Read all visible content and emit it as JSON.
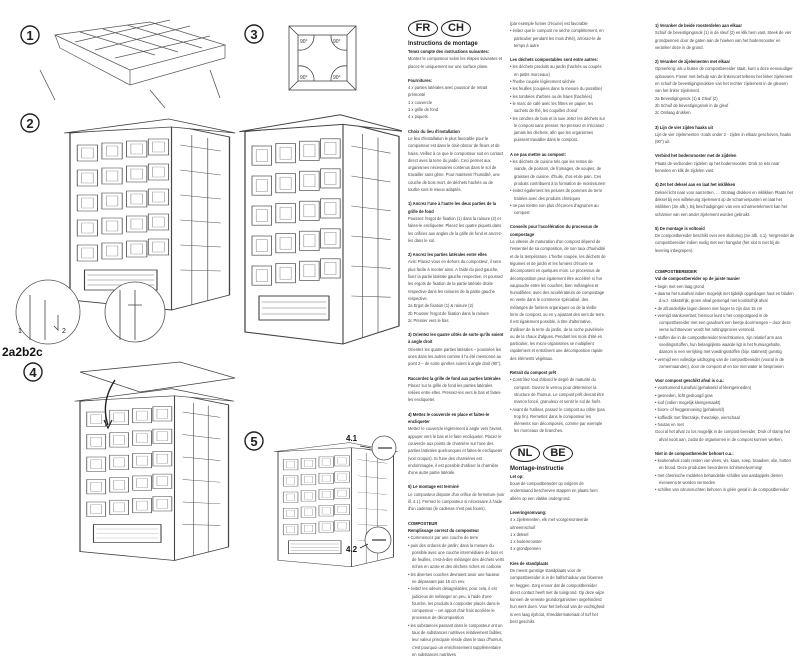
{
  "illustrations": {
    "steps": [
      "1",
      "2",
      "3",
      "4",
      "5"
    ],
    "angle_label": "90°",
    "detail_labels": [
      "1",
      "2"
    ],
    "step2_sublabel": "2a2b2c",
    "callouts": [
      "4.1",
      "4.2"
    ]
  },
  "fr": {
    "logos": [
      "FR",
      "CH"
    ],
    "blocks": [
      {
        "t": "title",
        "x": "Instructions de montage"
      },
      {
        "t": "h",
        "x": "Tenez compte des instructions suivantes:"
      },
      {
        "t": "p",
        "x": "Montez le composteur selon les étapes suivantes et placez-le uniquement sur une surface plane."
      },
      {
        "t": "gap"
      },
      {
        "t": "h",
        "x": "Fournitures:"
      },
      {
        "t": "p",
        "x": "4 x parties latérales avec poussoir de retrait prémonté"
      },
      {
        "t": "p",
        "x": "1 x couvercle"
      },
      {
        "t": "p",
        "x": "1 x grille de fond"
      },
      {
        "t": "p",
        "x": "4 x piquets"
      },
      {
        "t": "gap"
      },
      {
        "t": "h",
        "x": "Choix du lieu d'installation"
      },
      {
        "t": "p",
        "x": "Le lieu d'installation le plus favorable pour le composteur est dans le clair-obscur de fleurs et de haies. Veillez à ce que le composteur soit en contact direct avec la terre du jardin. Ceci permet aux organismes nécessaires contenus dans le sol de travailler sans gêne. Pour maintenir l'humidité, une couche de bois mort, de déchets hachés ou de tourbe sont le mieux adaptés."
      },
      {
        "t": "gap"
      },
      {
        "t": "h",
        "x": "1) Ancrez l'une à l'autre les deux parties de la grille de fond"
      },
      {
        "t": "p",
        "x": "Poussez l'ergot de fixation (1) dans la rainure (2) et faites-le encliqueter. Placez les quatre piquets dans les orifices aux angles de la grille de fond et ancrez-les dans le sol."
      },
      {
        "t": "gap"
      },
      {
        "t": "h",
        "x": "2) Ancrez les parties latérales entre elles"
      },
      {
        "t": "p",
        "x": "Avis: Placez-vous en dehors du composteur, il sera plus facile à monter ainsi. A l'aide du pied gauche, fixez la partie latérale gauche respective, et poussez les ergots de fixation de la partie latérale droite respective dans les rainures de la partie gauche respective."
      },
      {
        "t": "p",
        "x": "2a Ergot de fixation (1) & rainure (2)"
      },
      {
        "t": "p",
        "x": "2b Pousser l'ergot de fixation dans la rainure"
      },
      {
        "t": "p",
        "x": "2c Presser vers le bas"
      },
      {
        "t": "gap"
      },
      {
        "t": "h",
        "x": "3) Orientez les quatre côtés de sorte qu'ils soient à angle droit"
      },
      {
        "t": "p",
        "x": "Orientez les quatre parties latérales – poussées les unes dans les autres comme il l'a été mentionné au point 2 – de sorte qu'elles soient à angle droit (90°)."
      },
      {
        "t": "gap"
      },
      {
        "t": "h",
        "x": "Raccordez la grille de fond aux parties latérales"
      },
      {
        "t": "p",
        "x": "Placez sur la grille de fond les parties latérales reliées entre elles. Pressez-les vers le bas et faites-les encliqueter."
      },
      {
        "t": "gap"
      },
      {
        "t": "h",
        "x": "4) Mettez le couvercle en place et faites-le encliqueter"
      },
      {
        "t": "p",
        "x": "Mettez le couvercle légèrement à angle vers l'avant, appuyer vers le bas et le faire encliqueter. Placez le couvercle aux points de charnière sur l'une des parties latérales quelconques et faites-le encliqueter (voir croquis). Si l'une des charnières est endommagée, il est possible d'utiliser la charnière d'une autre partie latérale."
      },
      {
        "t": "gap"
      },
      {
        "t": "h",
        "x": "5) Le montage est terminé"
      },
      {
        "t": "p",
        "x": "Le composteur dispose d'un orifice de fermeture (voir ill. 4.1). Fermez le composteur si nécessaire à l'aide d'un cadenas (le cadenas n'est pas fourni)."
      },
      {
        "t": "gap"
      },
      {
        "t": "h",
        "x": "COMPOSTEUR"
      },
      {
        "t": "h",
        "x": "Remplissage correct du composteur"
      },
      {
        "t": "b",
        "x": "• Commencez par une couche de terre"
      },
      {
        "t": "b",
        "x": "• puis des ordures de jardin; dans la mesure du possible avec une couche intermédiaire de bois et de feuilles, c'est-à-dire mélanger des déchets verts riches en azote et des déchets riches en carbone"
      },
      {
        "t": "b",
        "x": "• les diverses couches devraient avoir une hauteur ne dépassant pas 15 cm env."
      },
      {
        "t": "b",
        "x": "• évitez les odeurs désagréables; pour cela, il est judicieux de mélanger un peu, à l'aide d'une fourche, les produits à composter placés dans le composteur – cet apport d'air frais accélère le processus de décomposition"
      },
      {
        "t": "b",
        "x": "• les substances passant dans le composteur ont un taux de substances nutritives relativement faibles, leur valeur principale réside dans le taux d'humus, c'est pourquoi un enrichissement supplémentaire en substances nutritives"
      }
    ]
  },
  "fr_cont": {
    "blocks": [
      {
        "t": "p",
        "x": "(par exemple fumier d'écurie) est favorable"
      },
      {
        "t": "b",
        "x": "• évitez que le compost ne sèche complètement, en particulier pendant les mois d'été), arrosez-le de temps à autre"
      },
      {
        "t": "gap"
      },
      {
        "t": "h",
        "x": "Les déchets compostables sont entre autres:"
      },
      {
        "t": "b",
        "x": "• les déchets produits au jardin (hachés ou coupés en petits morceaux)"
      },
      {
        "t": "b",
        "x": "• l'herbe coupée légèrement séchée"
      },
      {
        "t": "b",
        "x": "• les feuilles (coupées dans la mesure du possible)"
      },
      {
        "t": "b",
        "x": "• les tombées d'arbres ou de haies (hachées)"
      },
      {
        "t": "b",
        "x": "• le marc de café avec les filtres en papier, les sachets de thé, les coquilles d'oeuf"
      },
      {
        "t": "b",
        "x": "• les cendres de bois et la suie Jetez les déchets sur le compost sans presser. Ne pressez et n'écrasez jamais les déchets, afin que les organismes puissent travailler dans le compost."
      },
      {
        "t": "gap"
      },
      {
        "t": "h",
        "x": "A ne pas mettre au compost:"
      },
      {
        "t": "b",
        "x": "• les déchets de cuisine tels que les restes de viande, de poisson, de fromages, de soupes, de graisses de cuisine, d'huile, d'os et de pain. Ces produits contribuent à la formation de moisissures!"
      },
      {
        "t": "b",
        "x": "• évitez également les pelures de pommes de terre traitées avec des produits chimiques"
      },
      {
        "t": "b",
        "x": "• ne pas mettre non plus d'écorces d'agrumes au compost"
      },
      {
        "t": "gap"
      },
      {
        "t": "h",
        "x": "Conseils pour l'accélération du processus de compostage"
      },
      {
        "t": "p",
        "x": "La vitesse de maturation d'un compost dépend de l'essentiel de sa composition, de son taux d'humidité et de la température. L'herbe coupée, les déchets de légumes et de jardin et les fumiers d'écurie se décomposent en quelques mois. Le processus de décomposition peut également être accéléré si l'on saupoudre entre les couches, bien mélangées et humidifiées, avec des accélérateurs de compostage en vente dans le commerce spécialisé, des mélanges de fumiers organiques ou de la vieille terre de compost, ou en y ajoutant des vers de terre. Il est également possible, à titre d'alternative, d'utiliser de la terre du jardin, de la roche pulvérisée ou de la chaux d'algues. Pendant les mois d'été en particulier, les micro-organismes se multiplient rapidement et entraînent une décomposition rapide des éléments végétaux."
      },
      {
        "t": "gap"
      },
      {
        "t": "h",
        "x": "Retrait du compost prêt"
      },
      {
        "t": "b",
        "x": "• Contrôlez tout d'abord le degré de maturité du compost. Ouvrez le verrou pour déterminer la structure de l'humus. Le compost prêt devrait être marron foncé, granuleux et sentir le sol de forêt."
      },
      {
        "t": "b",
        "x": "• Avant de l'utiliser, passez le compost au crible (pas trop fin). Remettez dans le composteur les éléments non décomposés, comme par exemple les morceaux de branches."
      }
    ]
  },
  "nl": {
    "logos": [
      "NL",
      "BE"
    ],
    "blocks": [
      {
        "t": "title",
        "x": "Montage-instructie"
      },
      {
        "t": "h",
        "x": "Let op:"
      },
      {
        "t": "p",
        "x": "bouw de compostbereider op volgens de onderstaand beschreven stappen en plaats hem alléén op een vlakke ondergrond."
      },
      {
        "t": "gap"
      },
      {
        "t": "h",
        "x": "Leveringsomvang:"
      },
      {
        "t": "p",
        "x": "4 x zijelementen, elk met voorgemonteerde uitneemschuif"
      },
      {
        "t": "p",
        "x": "1 x deksel"
      },
      {
        "t": "p",
        "x": "1 x bodemrooster"
      },
      {
        "t": "p",
        "x": "4 x grondpennen"
      },
      {
        "t": "gap"
      },
      {
        "t": "h",
        "x": "Kies de standplaats"
      },
      {
        "t": "p",
        "x": "De meest gunstige standplaats voor de compostbereider is in de halfschaduw van bloemen en heggen. Zorg ervoor dat de compostbereider direct contact heeft met de tuingrond. Op deze wijze kunnen de vereiste grondorganismen ongehinderd hun werk doen. Voor het behoud van de vochtigheid is een laag rijshout, shreddermateriaal of turf het best geschikt."
      }
    ]
  },
  "nl_cont": {
    "blocks": [
      {
        "t": "h",
        "x": "1) Veranker de beide roosterdelen aan elkaar"
      },
      {
        "t": "p",
        "x": "Schuif de bevestigingsnok (1) in de sleuf (2) en klik hem vast. Steek de vier grondpennen door de gaten aan de hoeken van het bodemrooster en veranker deze in de grond."
      },
      {
        "t": "gap"
      },
      {
        "t": "h",
        "x": "2) Veranker de zijelementen met elkaar"
      },
      {
        "t": "p",
        "x": "Opmerking: als u buiten de compostbereider staat, kunt u deze eenvoudiger opbouwen. Fixeer met behulp van de linkervoet telkens het linker zijelement en schuif de bevestigingsnokken van het rechter zijelement in de gleuven van het linker zijelement."
      },
      {
        "t": "p",
        "x": "2a Bevestigingsnok (1) & Gleuf (2)"
      },
      {
        "t": "p",
        "x": "2b Schuif de bevestigingsnok in de gleuf"
      },
      {
        "t": "p",
        "x": "2c Omlaag drukken"
      },
      {
        "t": "gap"
      },
      {
        "t": "h",
        "x": "3) Lijn de vier zijden haaks uit"
      },
      {
        "t": "p",
        "x": "Lijn de vier zijelementen -zoals onder 2 - zijden in elkaar geschoven, haaks (90°) uit."
      },
      {
        "t": "gap"
      },
      {
        "t": "h",
        "x": "Verbind het bodemrooster met de zijdelen"
      },
      {
        "t": "p",
        "x": "Plaats de verbonden zijdelen op het bodemrooster. Druk ze iets naar beneden en klik de zijdelen vast."
      },
      {
        "t": "gap"
      },
      {
        "t": "h",
        "x": "4) Zet het deksel aan en laat het inklikken"
      },
      {
        "t": "p",
        "x": "Deksel licht naar voor aanzetten, … Omlaag drukken en inklikken Plaats het deksel bij een willekeurig zijelement op de scharnierpunten en laat het inklikken (zie afb.). Bij beschadigingen van een scharnierelement kan het scharnier van een ander zijelement worden gebruikt."
      },
      {
        "t": "gap"
      },
      {
        "t": "h",
        "x": "5) De montage is voltooid"
      },
      {
        "t": "p",
        "x": "De compostbereider beschikt over een sluitoring (zie afb. 4.1). Vergrendel de compostbereider indien nodig met een hangslot (het slot is niet bij de levering inbegrepen)."
      },
      {
        "t": "gap"
      },
      {
        "t": "gap"
      },
      {
        "t": "h",
        "x": "COMPOSTBEREIDER"
      },
      {
        "t": "h",
        "x": "Vul de compostbereider op de juiste manier"
      },
      {
        "t": "b",
        "x": "• begin met een laag grond"
      },
      {
        "t": "b",
        "x": "• daarna het tuinafval indien mogelijk met tijdelijk opgeslagen hout en bladen d.w.z. stikstofrijk, groen afval gemengd met koolstofrijk afval"
      },
      {
        "t": "b",
        "x": "• de afzonderlijke lagen dienen niet hoger te zijn dan 15 cm"
      },
      {
        "t": "b",
        "x": "• vermijd stankoverlast; hiervoor kunt u het compostgoed in de compostbereider met een graafvork een beetje doormengen – door deze verse luchttoevoer wordt het rottingsproces versneld."
      },
      {
        "t": "b",
        "x": "• stoffen die in de compostbereider terechtkomen, zijn relatief arm aan voedingsstoffen, hun belangrijkste waarde ligt in het humusgehalte, daarom is een verrijking met voedingsstoffen (bijv. stalmest) gunstig"
      },
      {
        "t": "b",
        "x": "• vermijd een volledige uitdroging van de compostbereider (vooral in de zomermaanden), door de compost af en toe met water te besproeien"
      },
      {
        "t": "gap"
      },
      {
        "t": "h",
        "x": "Voor compost geschikt afval is o.a.:"
      },
      {
        "t": "b",
        "x": "• voorkomend tuinafval (gehakseld of kleingesneden)"
      },
      {
        "t": "b",
        "x": "• gesneden, licht gedroogd gras"
      },
      {
        "t": "b",
        "x": "• loof (indien mogelijk kleingemaakt)"
      },
      {
        "t": "b",
        "x": "• boom- of heggesnoeiing (gehakseld)"
      },
      {
        "t": "b",
        "x": "• koffiedik met filterzakje, theezakje, eierschaal"
      },
      {
        "t": "b",
        "x": "• houtas en roet"
      },
      {
        "t": "b",
        "x": "  Gooi al het afval zo los mogelijk in de compost-bereider. Druk of stamp het afval nooit aan, zodat de organismen in de compost kunnen werken."
      },
      {
        "t": "gap"
      },
      {
        "t": "h",
        "x": "Niet in de compostbereider behoort o.a.:"
      },
      {
        "t": "b",
        "x": "• keukenafval zoals resten van vlees, vis, kaas, soep, braadvet, olie, botten en brood. Deze producten bevorderen schimmelvorming!"
      },
      {
        "t": "b",
        "x": "• met chemische middelen behandelde schillen van aardappels dienen eveneens te worden vermeden"
      },
      {
        "t": "b",
        "x": "• schillen van citrusvruchten behoren in géén geval in de compostbereider"
      }
    ]
  }
}
